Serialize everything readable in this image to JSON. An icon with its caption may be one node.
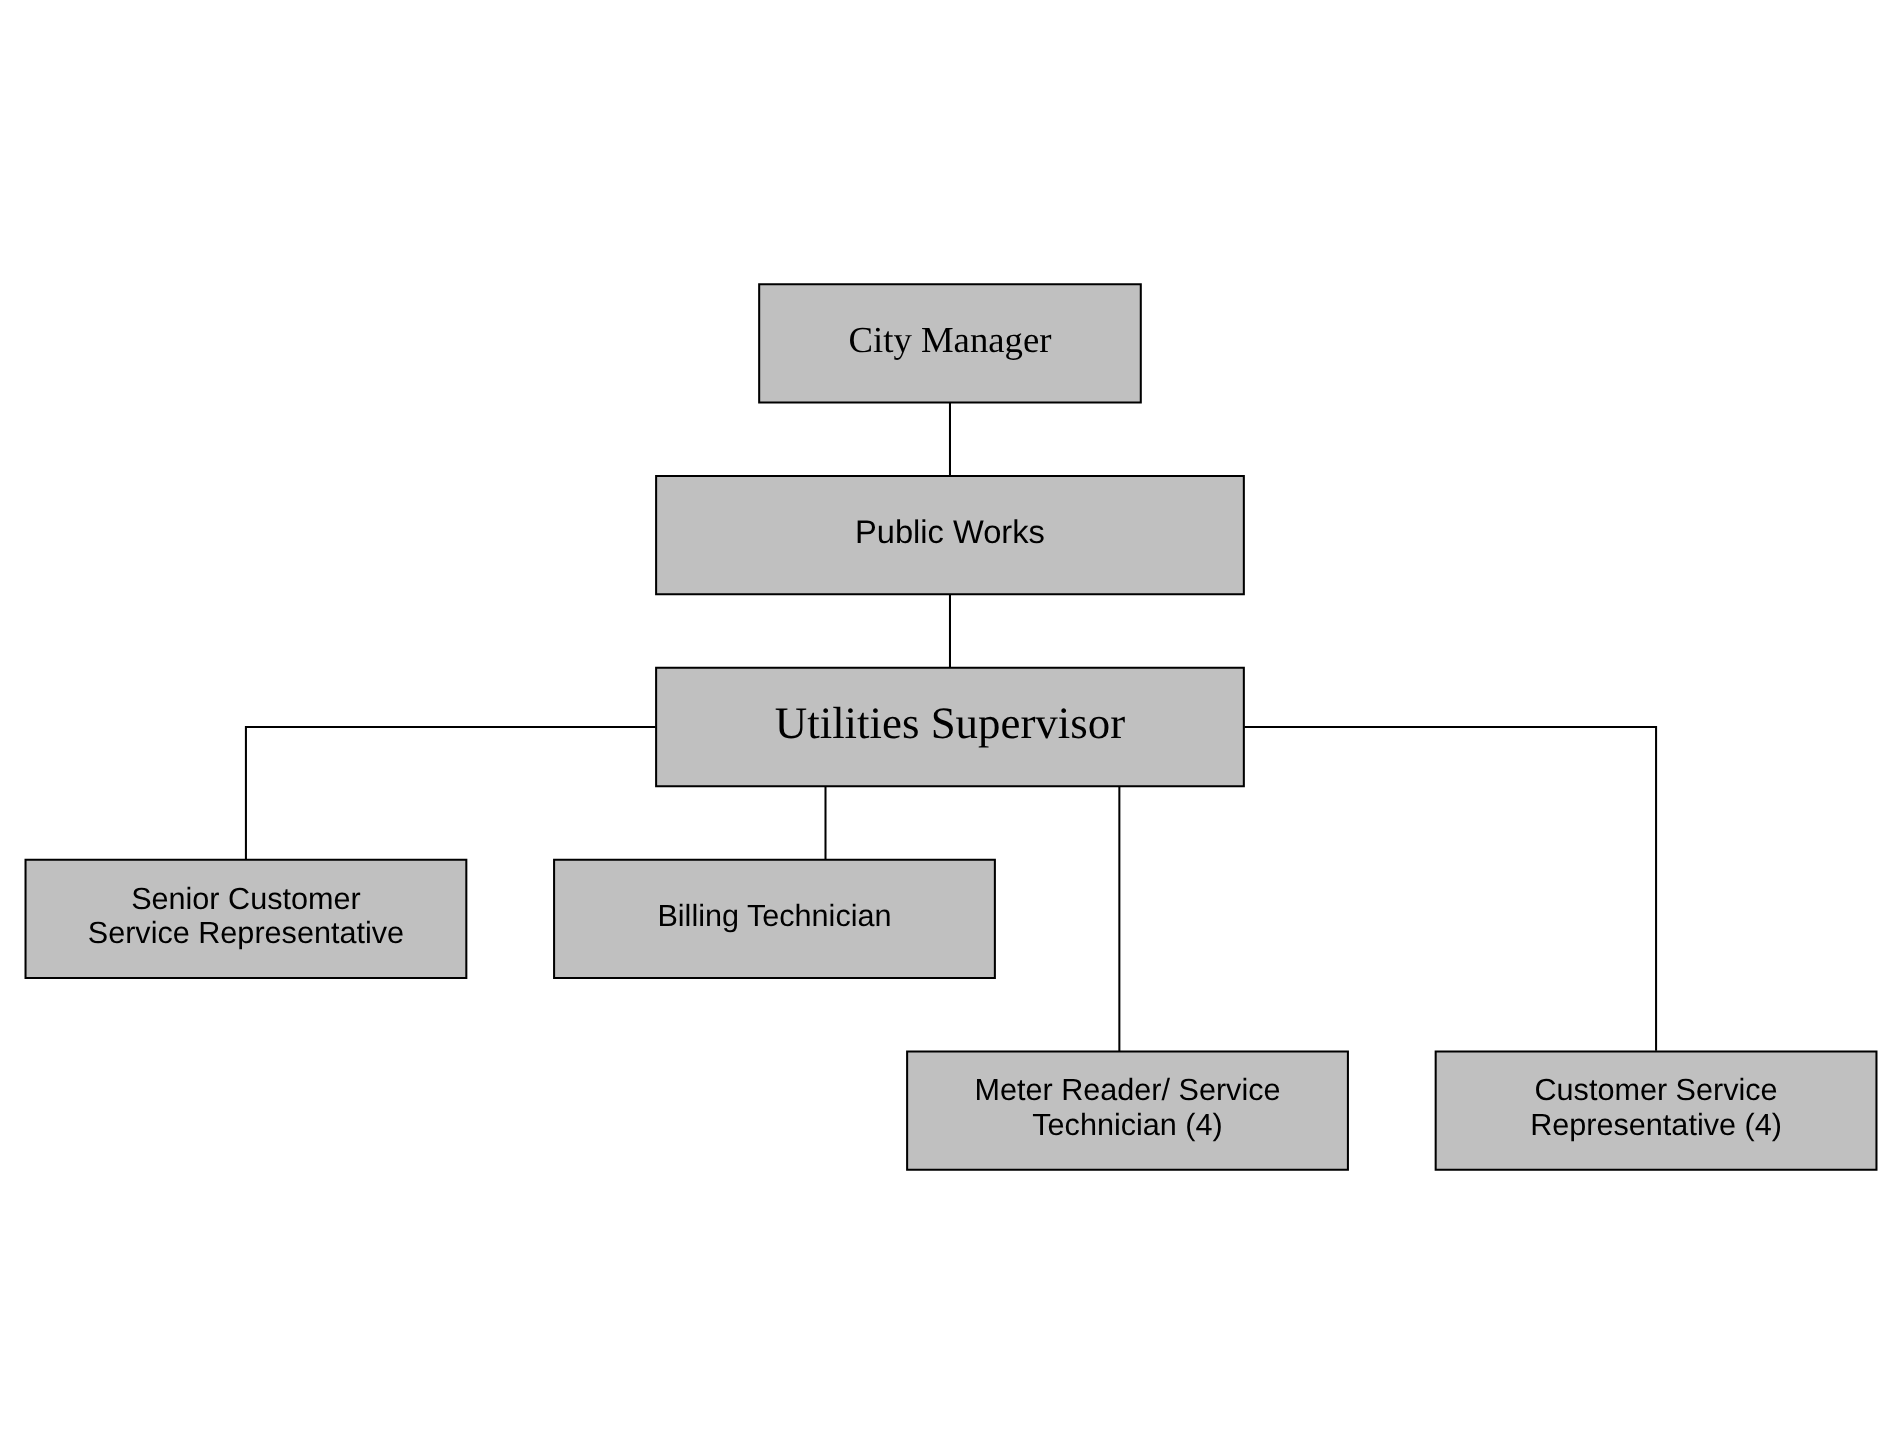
{
  "diagram": {
    "nodes": [
      {
        "text": [
          "City Manager"
        ]
      },
      {
        "text": [
          "Public Works"
        ]
      },
      {
        "text": [
          "Utilities Supervisor"
        ]
      },
      {
        "text": [
          "Senior Customer Service Representative"
        ]
      },
      {
        "text": [
          "Billing Technician"
        ]
      },
      {
        "text": [
          "Meter Reader/ Service Technician (4)"
        ]
      },
      {
        "text": [
          "Customer Service Representative (4)"
        ]
      }
    ],
    "edges": [
      {
        "from": 0,
        "to": 1,
        "arrow": "none"
      },
      {
        "from": 1,
        "to": 2,
        "arrow": "none"
      },
      {
        "from": 2,
        "to": 3,
        "arrow": "none"
      },
      {
        "from": 2,
        "to": 4,
        "arrow": "none"
      },
      {
        "from": 2,
        "to": 5,
        "arrow": "none"
      },
      {
        "from": 2,
        "to": 6,
        "arrow": "none"
      }
    ]
  }
}
